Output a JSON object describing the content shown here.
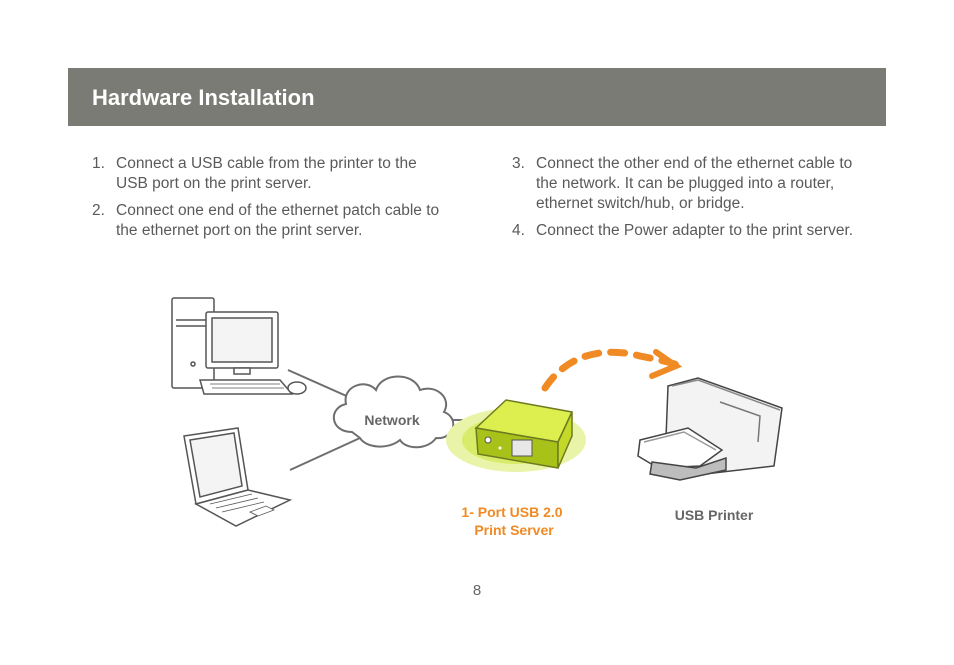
{
  "header": {
    "title": "Hardware Installation"
  },
  "steps_left": [
    {
      "num": "1.",
      "text": "Connect a USB cable from the printer to the USB port on the print server."
    },
    {
      "num": "2.",
      "text": "Connect one end of the ethernet patch cable to the ethernet port on the print server."
    }
  ],
  "steps_right": [
    {
      "num": "3.",
      "text": "Connect the other end of the ethernet cable to the network. It can be plugged into a router, ethernet switch/hub, or bridge."
    },
    {
      "num": "4.",
      "text": "Connect the Power adapter to the print server."
    }
  ],
  "diagram": {
    "network_label": "Network",
    "print_server_label_line1": "1- Port USB 2.0",
    "print_server_label_line2": "Print Server",
    "printer_label": "USB Printer",
    "accent_color": "#f08a24",
    "glow_color": "#d8ec6a"
  },
  "footer": {
    "page_number": "8"
  }
}
